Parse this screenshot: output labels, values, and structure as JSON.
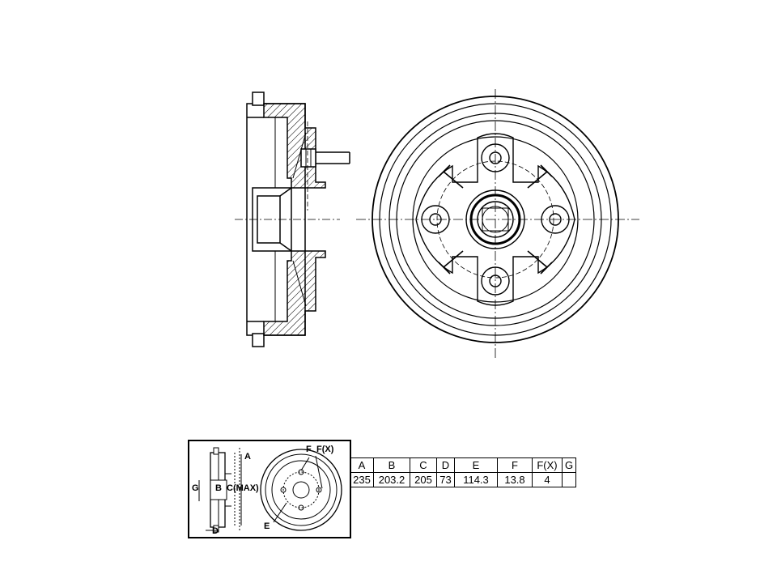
{
  "legend": {
    "label_a": "A",
    "label_g": "G",
    "label_b": "B",
    "label_c": "C(MAX)",
    "label_d": "D",
    "label_e": "E",
    "label_f": "F",
    "label_fx": "F(X)"
  },
  "table": {
    "headers": [
      "A",
      "B",
      "C",
      "D",
      "E",
      "F",
      "F(X)",
      "G"
    ],
    "values": [
      "235",
      "203.2",
      "205",
      "73",
      "114.3",
      "13.8",
      "4",
      ""
    ]
  }
}
